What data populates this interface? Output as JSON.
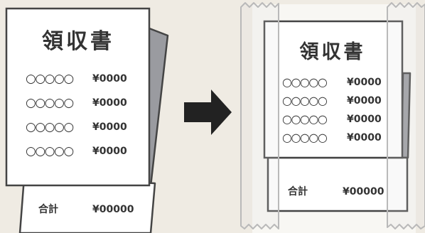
{
  "before": {
    "title": "領収書",
    "rows": [
      {
        "item": "○○○○○",
        "amount": "¥0000"
      },
      {
        "item": "○○○○○",
        "amount": "¥0000"
      },
      {
        "item": "○○○○○",
        "amount": "¥0000"
      },
      {
        "item": "○○○○○",
        "amount": "¥0000"
      }
    ],
    "total_label": "合計",
    "total_amount": "¥00000"
  },
  "after": {
    "title": "領収書",
    "rows": [
      {
        "item": "○○○○○",
        "amount": "¥0000"
      },
      {
        "item": "○○○○○",
        "amount": "¥0000"
      },
      {
        "item": "○○○○○",
        "amount": "¥0000"
      },
      {
        "item": "○○○○○",
        "amount": "¥0000"
      }
    ],
    "total_label": "合計",
    "total_amount": "¥00000"
  },
  "colors": {
    "background": "#efebe3",
    "outline": "#444444",
    "fold_shadow": "#9a9ba0",
    "paper": "#ffffff",
    "tape_outline": "#b9b9b9",
    "arrow": "#222222"
  }
}
